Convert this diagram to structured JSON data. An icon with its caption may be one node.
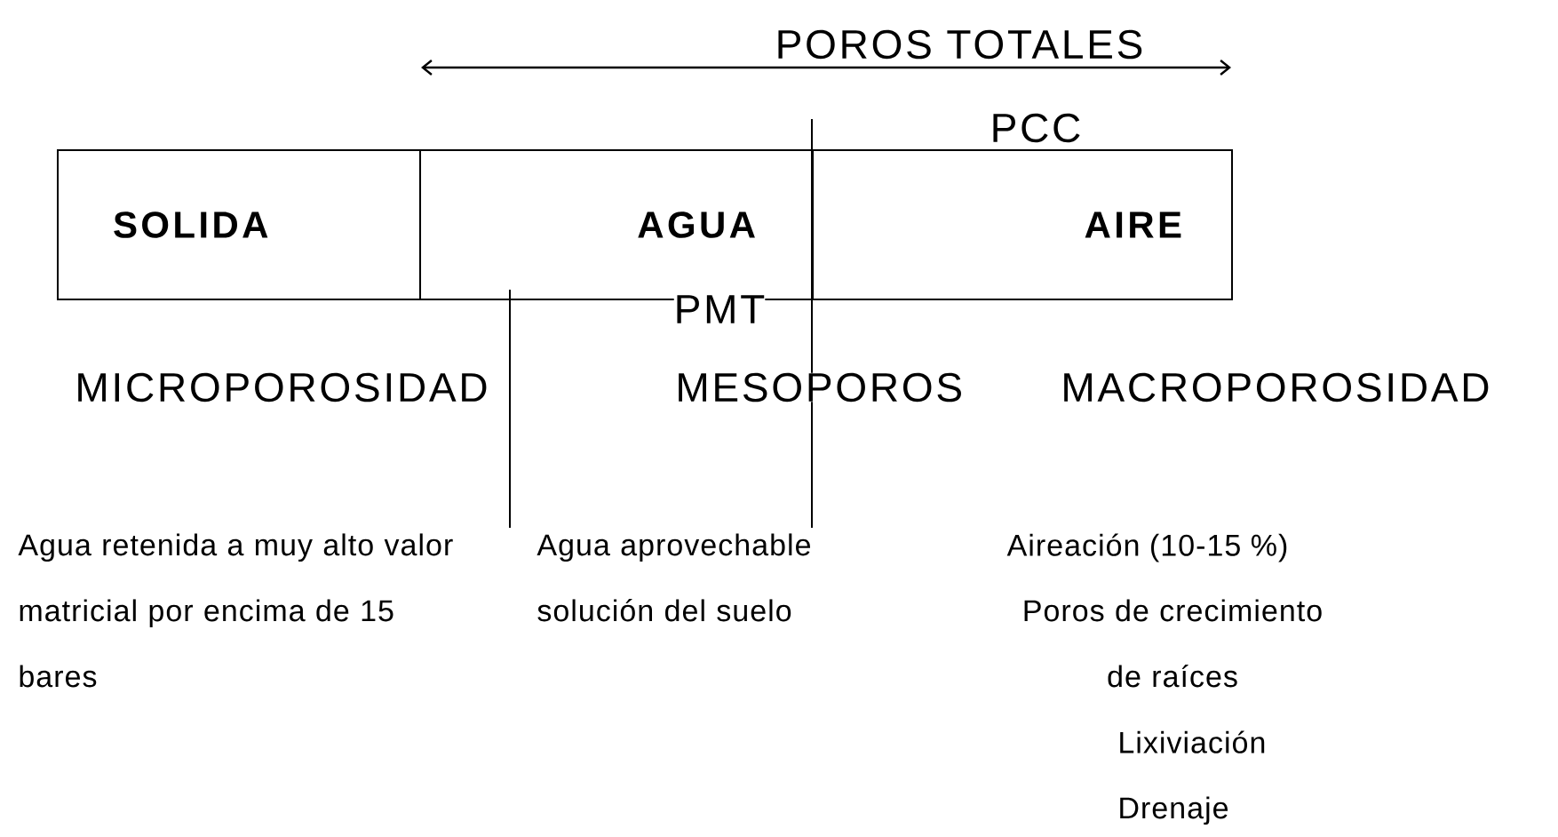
{
  "diagram": {
    "nodes": [
      {
        "text": [
          "SOLIDA"
        ]
      },
      {
        "text": [
          "AGUA"
        ]
      },
      {
        "text": [
          "AIRE"
        ]
      }
    ],
    "labels": [
      "POROS TOTALES",
      "PCC",
      "PMT",
      "MICROPOROSIDAD",
      "MESOPOROS",
      "MACROPOROSIDAD",
      "Agua retenida a muy alto valor matricial por encima de 15 bares",
      "Agua aprovechable solución del suelo",
      "Aireación (10-15 %)",
      "Poros de crecimiento de raíces",
      "Lixiviación",
      "Drenaje"
    ]
  }
}
